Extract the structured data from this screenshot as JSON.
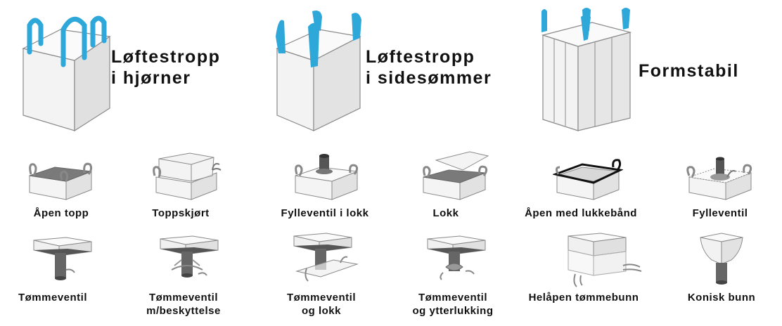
{
  "colors": {
    "strap_blue": "#2ea7d9",
    "bag_light": "#f2f2f2",
    "bag_mid": "#e3e3e3",
    "bag_dark": "#cfcfcf",
    "outline": "#8a8a8a",
    "spout_dark": "#555555"
  },
  "large_bags": [
    {
      "lines": [
        "Løftestropp",
        "i hjørner"
      ],
      "icon": "corner-loop-bag-icon"
    },
    {
      "lines": [
        "Løftestropp",
        "i sidesømmer"
      ],
      "icon": "side-seam-loop-bag-icon"
    },
    {
      "lines": [
        "Formstabil"
      ],
      "icon": "baffle-bag-icon"
    }
  ],
  "top_options": [
    {
      "lines": [
        "Åpen topp"
      ],
      "icon": "open-top-icon"
    },
    {
      "lines": [
        "Toppskjørt"
      ],
      "icon": "top-skirt-icon"
    },
    {
      "lines": [
        "Fylleventil i lokk"
      ],
      "icon": "fill-spout-lid-icon"
    },
    {
      "lines": [
        "Lokk"
      ],
      "icon": "lid-icon"
    },
    {
      "lines": [
        "Åpen med lukkebånd"
      ],
      "icon": "open-with-tie-icon"
    },
    {
      "lines": [
        "Fylleventil"
      ],
      "icon": "fill-spout-icon"
    }
  ],
  "bottom_options": [
    {
      "lines": [
        "Tømmeventil"
      ],
      "icon": "discharge-spout-icon"
    },
    {
      "lines": [
        "Tømmeventil",
        "m/beskyttelse"
      ],
      "icon": "discharge-spout-protected-icon"
    },
    {
      "lines": [
        "Tømmeventil",
        "og lokk"
      ],
      "icon": "discharge-spout-lid-icon"
    },
    {
      "lines": [
        "Tømmeventil",
        "og ytterlukking"
      ],
      "icon": "discharge-spout-outer-closure-icon"
    },
    {
      "lines": [
        "Helåpen tømmebunn"
      ],
      "icon": "full-open-bottom-icon"
    },
    {
      "lines": [
        "Konisk bunn"
      ],
      "icon": "conical-bottom-icon"
    }
  ]
}
